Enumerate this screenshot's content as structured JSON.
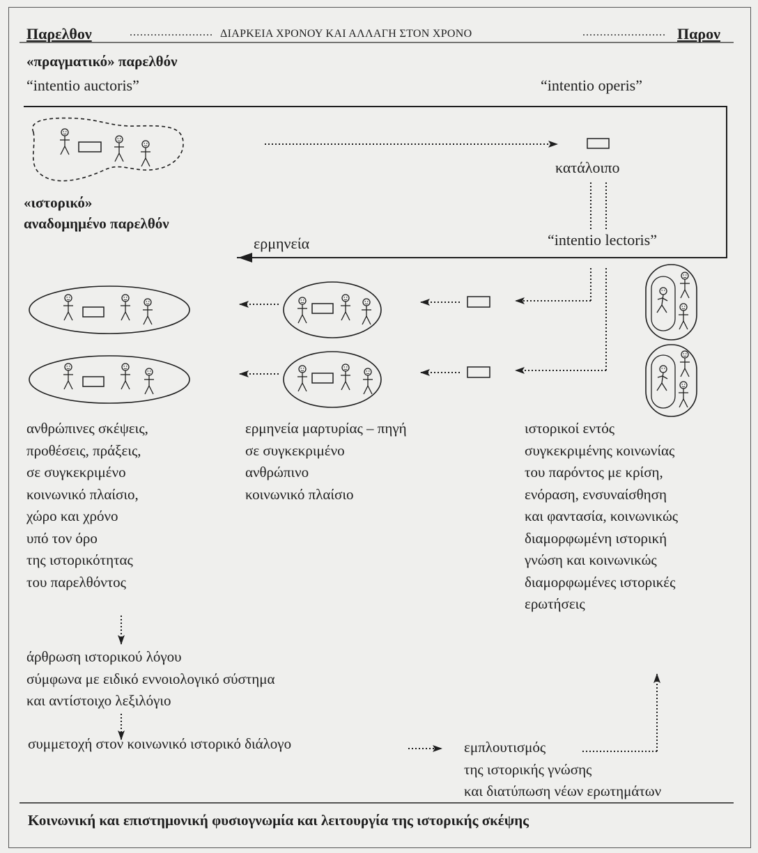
{
  "header": {
    "past_label": "Παρελθον",
    "middle_label": "ΔΙΑΡΚΕΙΑ ΧΡΟΝΟΥ ΚΑΙ ΑΛΛΑΓΗ ΣΤΟΝ ΧΡΟΝΟ",
    "present_label": "Παρον"
  },
  "top": {
    "real_past": "«πραγματικό» παρελθόν",
    "intentio_auctoris": "“intentio auctoris”",
    "intentio_operis": "“intentio operis”"
  },
  "box": {
    "residue": "κατάλοιπο",
    "historical_label_line1": "«ιστορικό»",
    "historical_label_line2": "αναδομημένο παρελθόν",
    "intentio_lectoris": "“intentio lectoris”",
    "interpretation": "ερμηνεία"
  },
  "columns": {
    "left": [
      "ανθρώπινες σκέψεις,",
      "προθέσεις, πράξεις,",
      "σε συγκεκριμένο",
      "κοινωνικό πλαίσιο,",
      "χώρο και χρόνο",
      "υπό τον όρο",
      "της ιστορικότητας",
      "του παρελθόντος"
    ],
    "middle": [
      "ερμηνεία μαρτυρίας – πηγή",
      "σε συγκεκριμένο",
      "ανθρώπινο",
      "κοινωνικό πλαίσιο"
    ],
    "right": [
      "ιστορικοί εντός",
      "συγκεκριμένης κοινωνίας",
      "του παρόντος με κρίση,",
      "ενόραση, ενσυναίσθηση",
      "και φαντασία, κοινωνικώς",
      "διαμορφωμένη ιστορική",
      "γνώση και κοινωνικώς",
      "διαμορφωμένες ιστορικές",
      "ερωτήσεις"
    ]
  },
  "bottom": {
    "articulation": [
      "άρθρωση ιστορικού λόγου",
      "σύμφωνα με ειδικό εννοιολογικό σύστημα",
      "και αντίστοιχο λεξιλόγιο"
    ],
    "participation": "συμμετοχή στον κοινωνικό ιστορικό διάλογο",
    "enrichment": [
      "εμπλουτισμός",
      "της ιστορικής γνώσης",
      "και διατύπωση νέων ερωτημάτων"
    ]
  },
  "footer": {
    "caption": "Κοινωνική και επιστημονική φυσιογνωμία και λειτουργία της ιστορικής σκέψης"
  },
  "colors": {
    "ink": "#1e1e1e",
    "paper": "#efefed"
  }
}
